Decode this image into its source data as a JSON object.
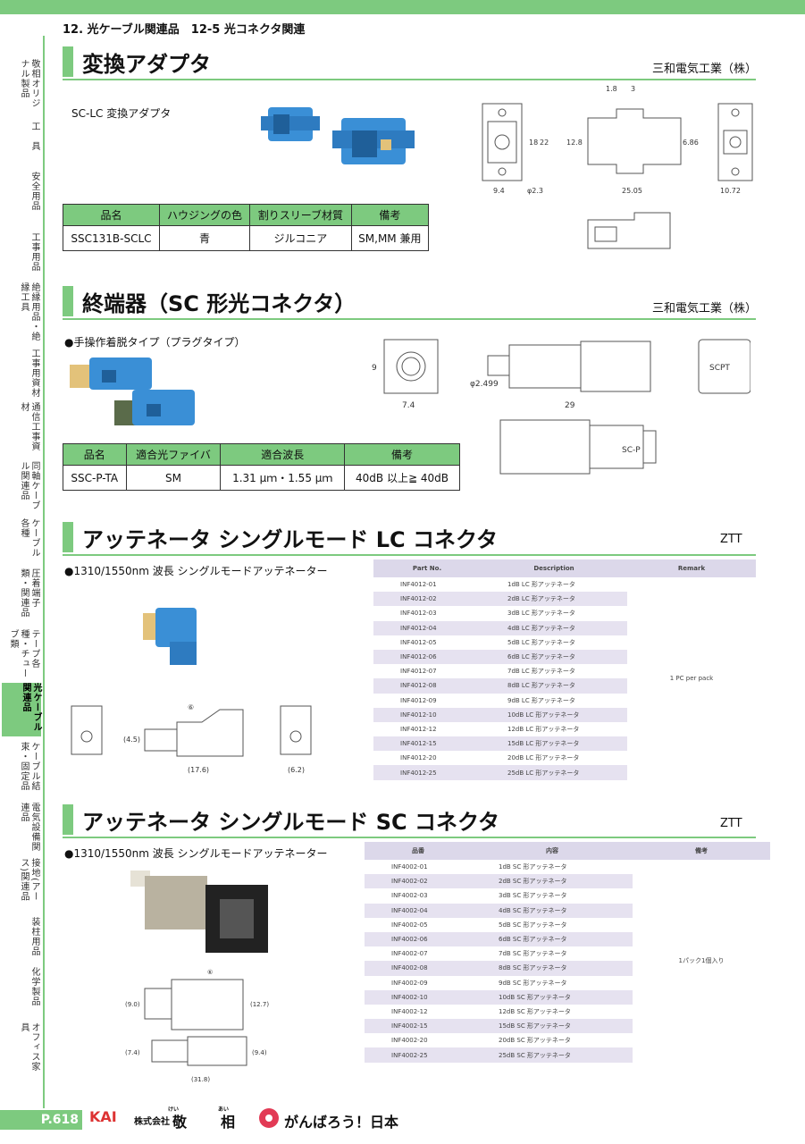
{
  "breadcrumb": "12.  光ケーブル関連品　12-5 光コネクタ関連",
  "sidebar": [
    {
      "label": "敬相オリジナル製品",
      "active": false
    },
    {
      "label": "工　具",
      "active": false
    },
    {
      "label": "安全用品",
      "active": false
    },
    {
      "label": "工事用品",
      "active": false
    },
    {
      "label": "絶縁用品・絶縁工具",
      "active": false
    },
    {
      "label": "工事用資材",
      "active": false
    },
    {
      "label": "通信工事資材",
      "active": false
    },
    {
      "label": "同軸ケーブル関連品",
      "active": false
    },
    {
      "label": "ケーブル各種",
      "active": false
    },
    {
      "label": "圧着端子類・関連品",
      "active": false
    },
    {
      "label": "テープ各種・チューブ類",
      "active": false
    },
    {
      "label": "光ケーブル関連品",
      "active": true
    },
    {
      "label": "ケーブル結束・固定品",
      "active": false
    },
    {
      "label": "電気設備関連品",
      "active": false
    },
    {
      "label": "接地(アース)関連品",
      "active": false
    },
    {
      "label": "装柱用品",
      "active": false
    },
    {
      "label": "化学製品",
      "active": false
    },
    {
      "label": "オフィス家具",
      "active": false
    }
  ],
  "sec1": {
    "title": "変換アダプタ",
    "maker": "三和電気工業（株）",
    "subtitle": "SC-LC 変換アダプタ",
    "headers": [
      "品名",
      "ハウジングの色",
      "割りスリーブ材質",
      "備考"
    ],
    "row": [
      "SSC131B-SCLC",
      "青",
      "ジルコニア",
      "SM,MM 兼用"
    ],
    "dims": {
      "d1": "1.8",
      "d2": "3",
      "d3": "18",
      "d4": "22",
      "d5": "12.8",
      "d6": "6.86",
      "d7": "9.4",
      "d8": "φ2.3",
      "d9": "25.05",
      "d10": "10.72"
    }
  },
  "sec2": {
    "title": "終端器（SC 形光コネクタ）",
    "maker": "三和電気工業（株）",
    "subtitle": "●手操作着脱タイプ（プラグタイプ）",
    "headers": [
      "品名",
      "適合光ファイバ",
      "適合波長",
      "備考"
    ],
    "row": [
      "SSC-P-TA",
      "SM",
      "1.31 μｍ・1.55 μｍ",
      "40dB 以上≧ 40dB"
    ],
    "dims": {
      "d1": "9",
      "d2": "7.4",
      "d3": "φ2.499",
      "d4": "29",
      "d5": "SCPT",
      "d6": "SC-P"
    }
  },
  "sec3": {
    "title": "アッテネータ シングルモード LC コネクタ",
    "maker": "ZTT",
    "subtitle": "●1310/1550nm 波長 シングルモードアッテネーター",
    "headers": [
      "Part No.",
      "Description",
      "Remark"
    ],
    "remark": "1 PC per pack",
    "rows": [
      [
        "INF4012-01",
        "1dB LC 形アッテネータ"
      ],
      [
        "INF4012-02",
        "2dB LC 形アッテネータ"
      ],
      [
        "INF4012-03",
        "3dB LC 形アッテネータ"
      ],
      [
        "INF4012-04",
        "4dB LC 形アッテネータ"
      ],
      [
        "INF4012-05",
        "5dB LC 形アッテネータ"
      ],
      [
        "INF4012-06",
        "6dB LC 形アッテネータ"
      ],
      [
        "INF4012-07",
        "7dB LC 形アッテネータ"
      ],
      [
        "INF4012-08",
        "8dB LC 形アッテネータ"
      ],
      [
        "INF4012-09",
        "9dB LC 形アッテネータ"
      ],
      [
        "INF4012-10",
        "10dB LC 形アッテネータ"
      ],
      [
        "INF4012-12",
        "12dB LC 形アッテネータ"
      ],
      [
        "INF4012-15",
        "15dB LC 形アッテネータ"
      ],
      [
        "INF4012-20",
        "20dB LC 形アッテネータ"
      ],
      [
        "INF4012-25",
        "25dB LC 形アッテネータ"
      ]
    ],
    "dims": {
      "d1": "(4.5)",
      "d2": "(17.6)",
      "d3": "(6.2)",
      "d4": "⑥"
    }
  },
  "sec4": {
    "title": "アッテネータ シングルモード SC コネクタ",
    "maker": "ZTT",
    "subtitle": "●1310/1550nm 波長 シングルモードアッテネーター",
    "headers": [
      "品番",
      "内容",
      "備考"
    ],
    "remark": "1パック1個入り",
    "rows": [
      [
        "INF4002-01",
        "1dB SC 形アッテネータ"
      ],
      [
        "INF4002-02",
        "2dB SC 形アッテネータ"
      ],
      [
        "INF4002-03",
        "3dB SC 形アッテネータ"
      ],
      [
        "INF4002-04",
        "4dB SC 形アッテネータ"
      ],
      [
        "INF4002-05",
        "5dB SC 形アッテネータ"
      ],
      [
        "INF4002-06",
        "6dB SC 形アッテネータ"
      ],
      [
        "INF4002-07",
        "7dB SC 形アッテネータ"
      ],
      [
        "INF4002-08",
        "8dB SC 形アッテネータ"
      ],
      [
        "INF4002-09",
        "9dB SC 形アッテネータ"
      ],
      [
        "INF4002-10",
        "10dB SC 形アッテネータ"
      ],
      [
        "INF4002-12",
        "12dB SC 形アッテネータ"
      ],
      [
        "INF4002-15",
        "15dB SC 形アッテネータ"
      ],
      [
        "INF4002-20",
        "20dB SC 形アッテネータ"
      ],
      [
        "INF4002-25",
        "25dB SC 形アッテネータ"
      ]
    ],
    "dims": {
      "d1": "(9.0)",
      "d2": "(12.7)",
      "d3": "(7.4)",
      "d4": "(9.4)",
      "d5": "(31.8)",
      "d6": "⑥"
    }
  },
  "footer": {
    "page": "P.618",
    "brand": "KAI",
    "company_prefix": "株式会社",
    "company_1": "敬",
    "company_2": "相",
    "furigana_1": "けい",
    "furigana_2": "あい",
    "slogan": "がんばろう！日本"
  },
  "colors": {
    "accent": "#7dca7f",
    "product_blue": "#3a8fd6",
    "list_header": "#dcd8ea",
    "list_alt": "#e6e2f0"
  }
}
